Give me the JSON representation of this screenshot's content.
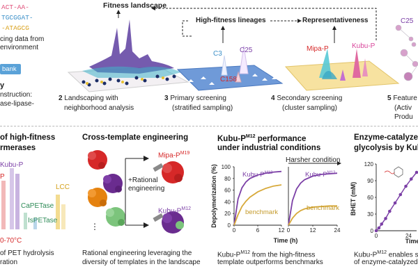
{
  "top": {
    "sequences": [
      "ACT-AA-",
      "TGCGGAT-",
      "-ATAGCG"
    ],
    "sequence_colors": [
      "#e0507a",
      "#3a8fc8",
      "#d9a11c"
    ],
    "step1_text": [
      "cing data from",
      "environment"
    ],
    "bank_label": "bank",
    "step1_instruction": [
      "nstruction:",
      "ase-lipase-"
    ],
    "step1_number": "y",
    "fitness_landscape": "Fitness landscape",
    "high_fitness_lineages": "High-fitness lineages",
    "representativeness": "Representativeness",
    "step2": {
      "num": "2",
      "text": [
        "Landscaping with",
        "neighborhood analysis"
      ]
    },
    "step3": {
      "num": "3",
      "text": [
        "Primary screening",
        "(stratified sampling)"
      ]
    },
    "step4": {
      "num": "4",
      "text": [
        "Secondary screening",
        "(cluster sampling)"
      ]
    },
    "step5": {
      "num": "5",
      "text": [
        "Feature",
        "(Activ",
        "Produ"
      ]
    },
    "peak_labels": {
      "c3": "C3",
      "c25": "C25",
      "c158": "C158",
      "mipa": "Mipa-P",
      "kubu": "Kubu-P",
      "c25_right": "C25"
    }
  },
  "panel1": {
    "title": [
      "of high-fitness",
      "rmerases"
    ],
    "labels": {
      "kubu": "Kubu-P",
      "p": "P",
      "capet": "CaPETase",
      "ispet": "IsPETase",
      "lcc": "LCC",
      "temp": "0-70°C"
    },
    "caption": [
      "of PET hydrolysis",
      "ration"
    ]
  },
  "panel2": {
    "title": "Cross-template engineering",
    "rational": [
      "+Rational",
      "engineering"
    ],
    "mipa_label": "Mipa-P",
    "mipa_sup": "M19",
    "kubu_label": "Kubu-P",
    "kubu_sup": "M12",
    "dots": "⋮",
    "caption": [
      "Rational engineering leveraging the",
      "diversity of templates in the landscape"
    ]
  },
  "panel3": {
    "title_main": "Kubu-P",
    "title_sup": "M12",
    "title_rest": " performance",
    "title_line2": "under industrial conditions",
    "harsher": "Harsher condition",
    "ylabel": "Depolymerization (%)",
    "xlabel": "Time (h)",
    "yticks": [
      "100",
      "80",
      "60",
      "40",
      "20",
      "0"
    ],
    "xticks_left": [
      "0",
      "6",
      "12"
    ],
    "xticks_right": [
      "0",
      "12",
      "24"
    ],
    "series_kubu": "Kubu-P",
    "series_kubu_sup": "M12",
    "series_bench": "benchmark",
    "caption_pre": "Kubu-P",
    "caption_sup": "M12",
    "caption_rest": " from the high-fitness",
    "caption_line2": "template outperforms benchmarks"
  },
  "panel4": {
    "title": [
      "Enzyme-catalyze",
      "glycolysis by Kub"
    ],
    "ylabel": "BHET (mM)",
    "yticks": [
      "120",
      "90",
      "60",
      "30",
      "0"
    ],
    "xticks": [
      "0",
      "24"
    ],
    "xlabel": "Time",
    "caption_pre": "Kubu-P",
    "caption_sup": "M12",
    "caption_rest": " enables sig",
    "caption_line2": "of enzyme-catalyzed"
  },
  "colors": {
    "purple": "#7b3fa6",
    "gold": "#d7a93a",
    "blue": "#3a8fc8",
    "pink": "#d8469b",
    "red": "#d62828",
    "green": "#5aa65a"
  },
  "chart_data": [
    {
      "type": "line",
      "title": "Kubu-PM12 performance under industrial conditions",
      "xlabel": "Time (h)",
      "ylabel": "Depolymerization (%)",
      "ylim": [
        0,
        100
      ],
      "xlim": [
        0,
        12
      ],
      "x": [
        0,
        1,
        2,
        3,
        4,
        6,
        8,
        10,
        12
      ],
      "series": [
        {
          "name": "Kubu-PM12",
          "values": [
            0,
            45,
            64,
            74,
            80,
            86,
            89,
            91,
            92
          ]
        },
        {
          "name": "benchmark",
          "values": [
            0,
            18,
            32,
            41,
            48,
            57,
            63,
            67,
            69
          ]
        }
      ]
    },
    {
      "type": "line",
      "title": "Harsher condition",
      "xlabel": "Time (h)",
      "ylabel": "Depolymerization (%)",
      "ylim": [
        0,
        100
      ],
      "xlim": [
        0,
        24
      ],
      "x": [
        0,
        2,
        4,
        6,
        8,
        12,
        16,
        20,
        24
      ],
      "series": [
        {
          "name": "Kubu-PM12",
          "values": [
            0,
            42,
            62,
            72,
            78,
            84,
            87,
            88,
            89
          ]
        },
        {
          "name": "benchmark",
          "values": [
            0,
            12,
            20,
            25,
            28,
            31,
            32,
            33,
            33
          ]
        }
      ]
    },
    {
      "type": "scatter",
      "title": "Enzyme-catalyzed glycolysis",
      "xlabel": "Time",
      "ylabel": "BHET (mM)",
      "ylim": [
        0,
        120
      ],
      "xlim": [
        0,
        30
      ],
      "series": [
        {
          "name": "",
          "x": [
            0,
            2,
            4,
            7,
            10,
            14,
            18,
            22,
            26,
            30
          ],
          "values": [
            0,
            5,
            12,
            22,
            35,
            50,
            65,
            80,
            93,
            105
          ]
        }
      ]
    }
  ]
}
